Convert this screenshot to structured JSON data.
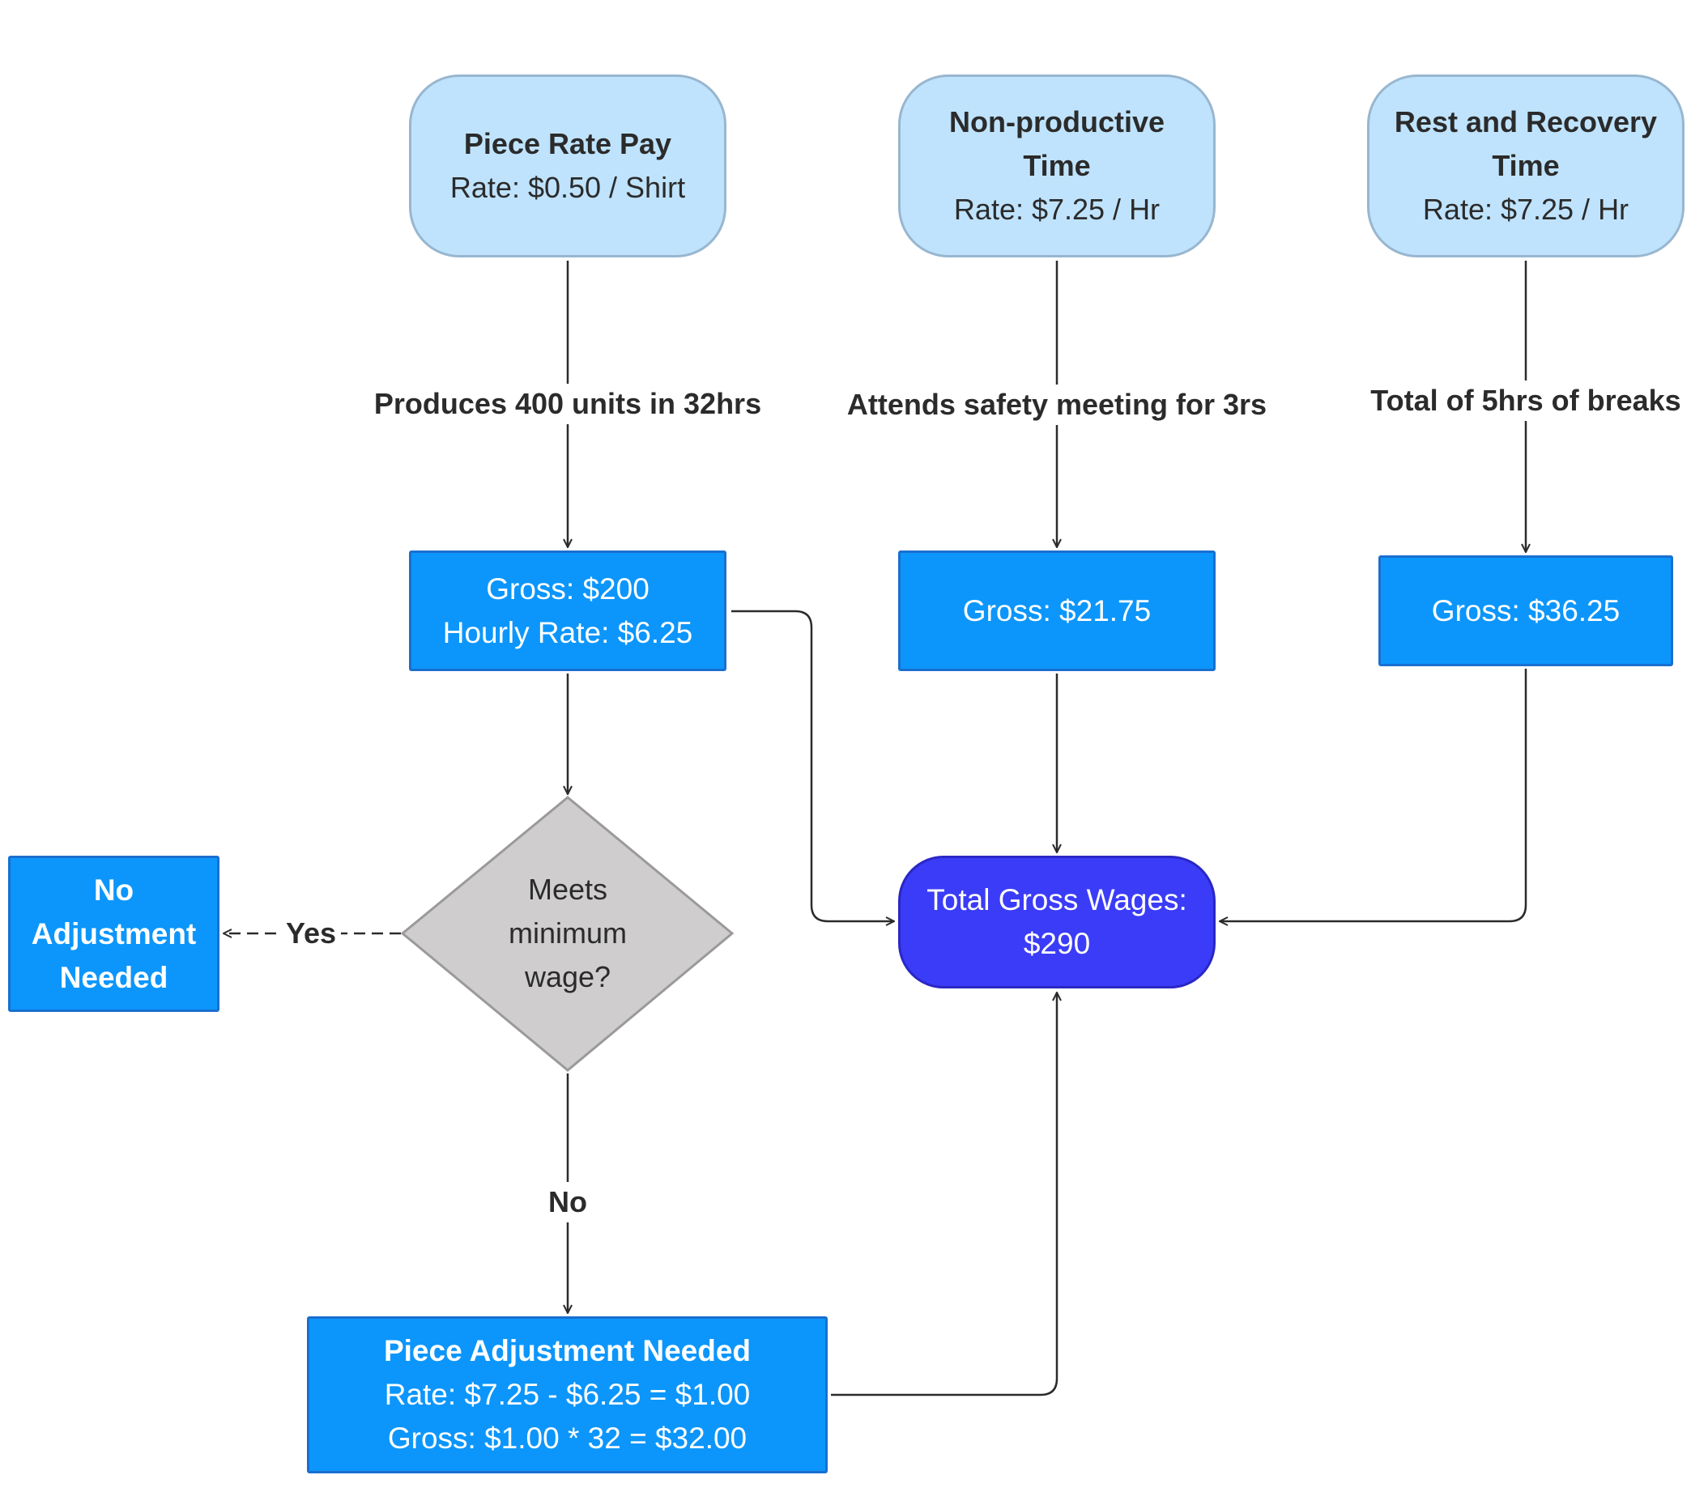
{
  "nodes": {
    "piece_rate_pay": {
      "title": "Piece Rate Pay",
      "line": "Rate:  $0.50 / Shirt"
    },
    "non_productive_time": {
      "title_1": "Non-productive",
      "title_2": "Time",
      "line": "Rate: $7.25 / Hr"
    },
    "rest_recovery_time": {
      "title_1": "Rest and Recovery",
      "title_2": "Time",
      "line": "Rate: $7.25 / Hr"
    },
    "gross_piece": {
      "line_1": "Gross: $200",
      "line_2": "Hourly Rate: $6.25"
    },
    "gross_nonproductive": {
      "line": "Gross: $21.75"
    },
    "gross_rest": {
      "line": "Gross: $36.25"
    },
    "decision": {
      "line_1": "Meets",
      "line_2": "minimum",
      "line_3": "wage?"
    },
    "no_adjustment": {
      "line_1": "No",
      "line_2": "Adjustment",
      "line_3": "Needed"
    },
    "total_gross": {
      "line_1": "Total Gross Wages:",
      "line_2": "$290"
    },
    "piece_adjustment": {
      "title": "Piece Adjustment Needed",
      "line_1": "Rate: $7.25 - $6.25 = $1.00",
      "line_2": "Gross: $1.00 * 32 = $32.00"
    }
  },
  "edge_labels": {
    "produces": "Produces 400 units in 32hrs",
    "attends": "Attends safety meeting for 3rs",
    "breaks": "Total of 5hrs of breaks",
    "yes": "Yes",
    "no": "No"
  },
  "colors": {
    "start_fill": "#bfe3fd",
    "process_fill": "#0c96fb",
    "total_fill": "#3b3cf7",
    "decision_fill": "#cfcdcd",
    "line": "#2b2b2b"
  }
}
